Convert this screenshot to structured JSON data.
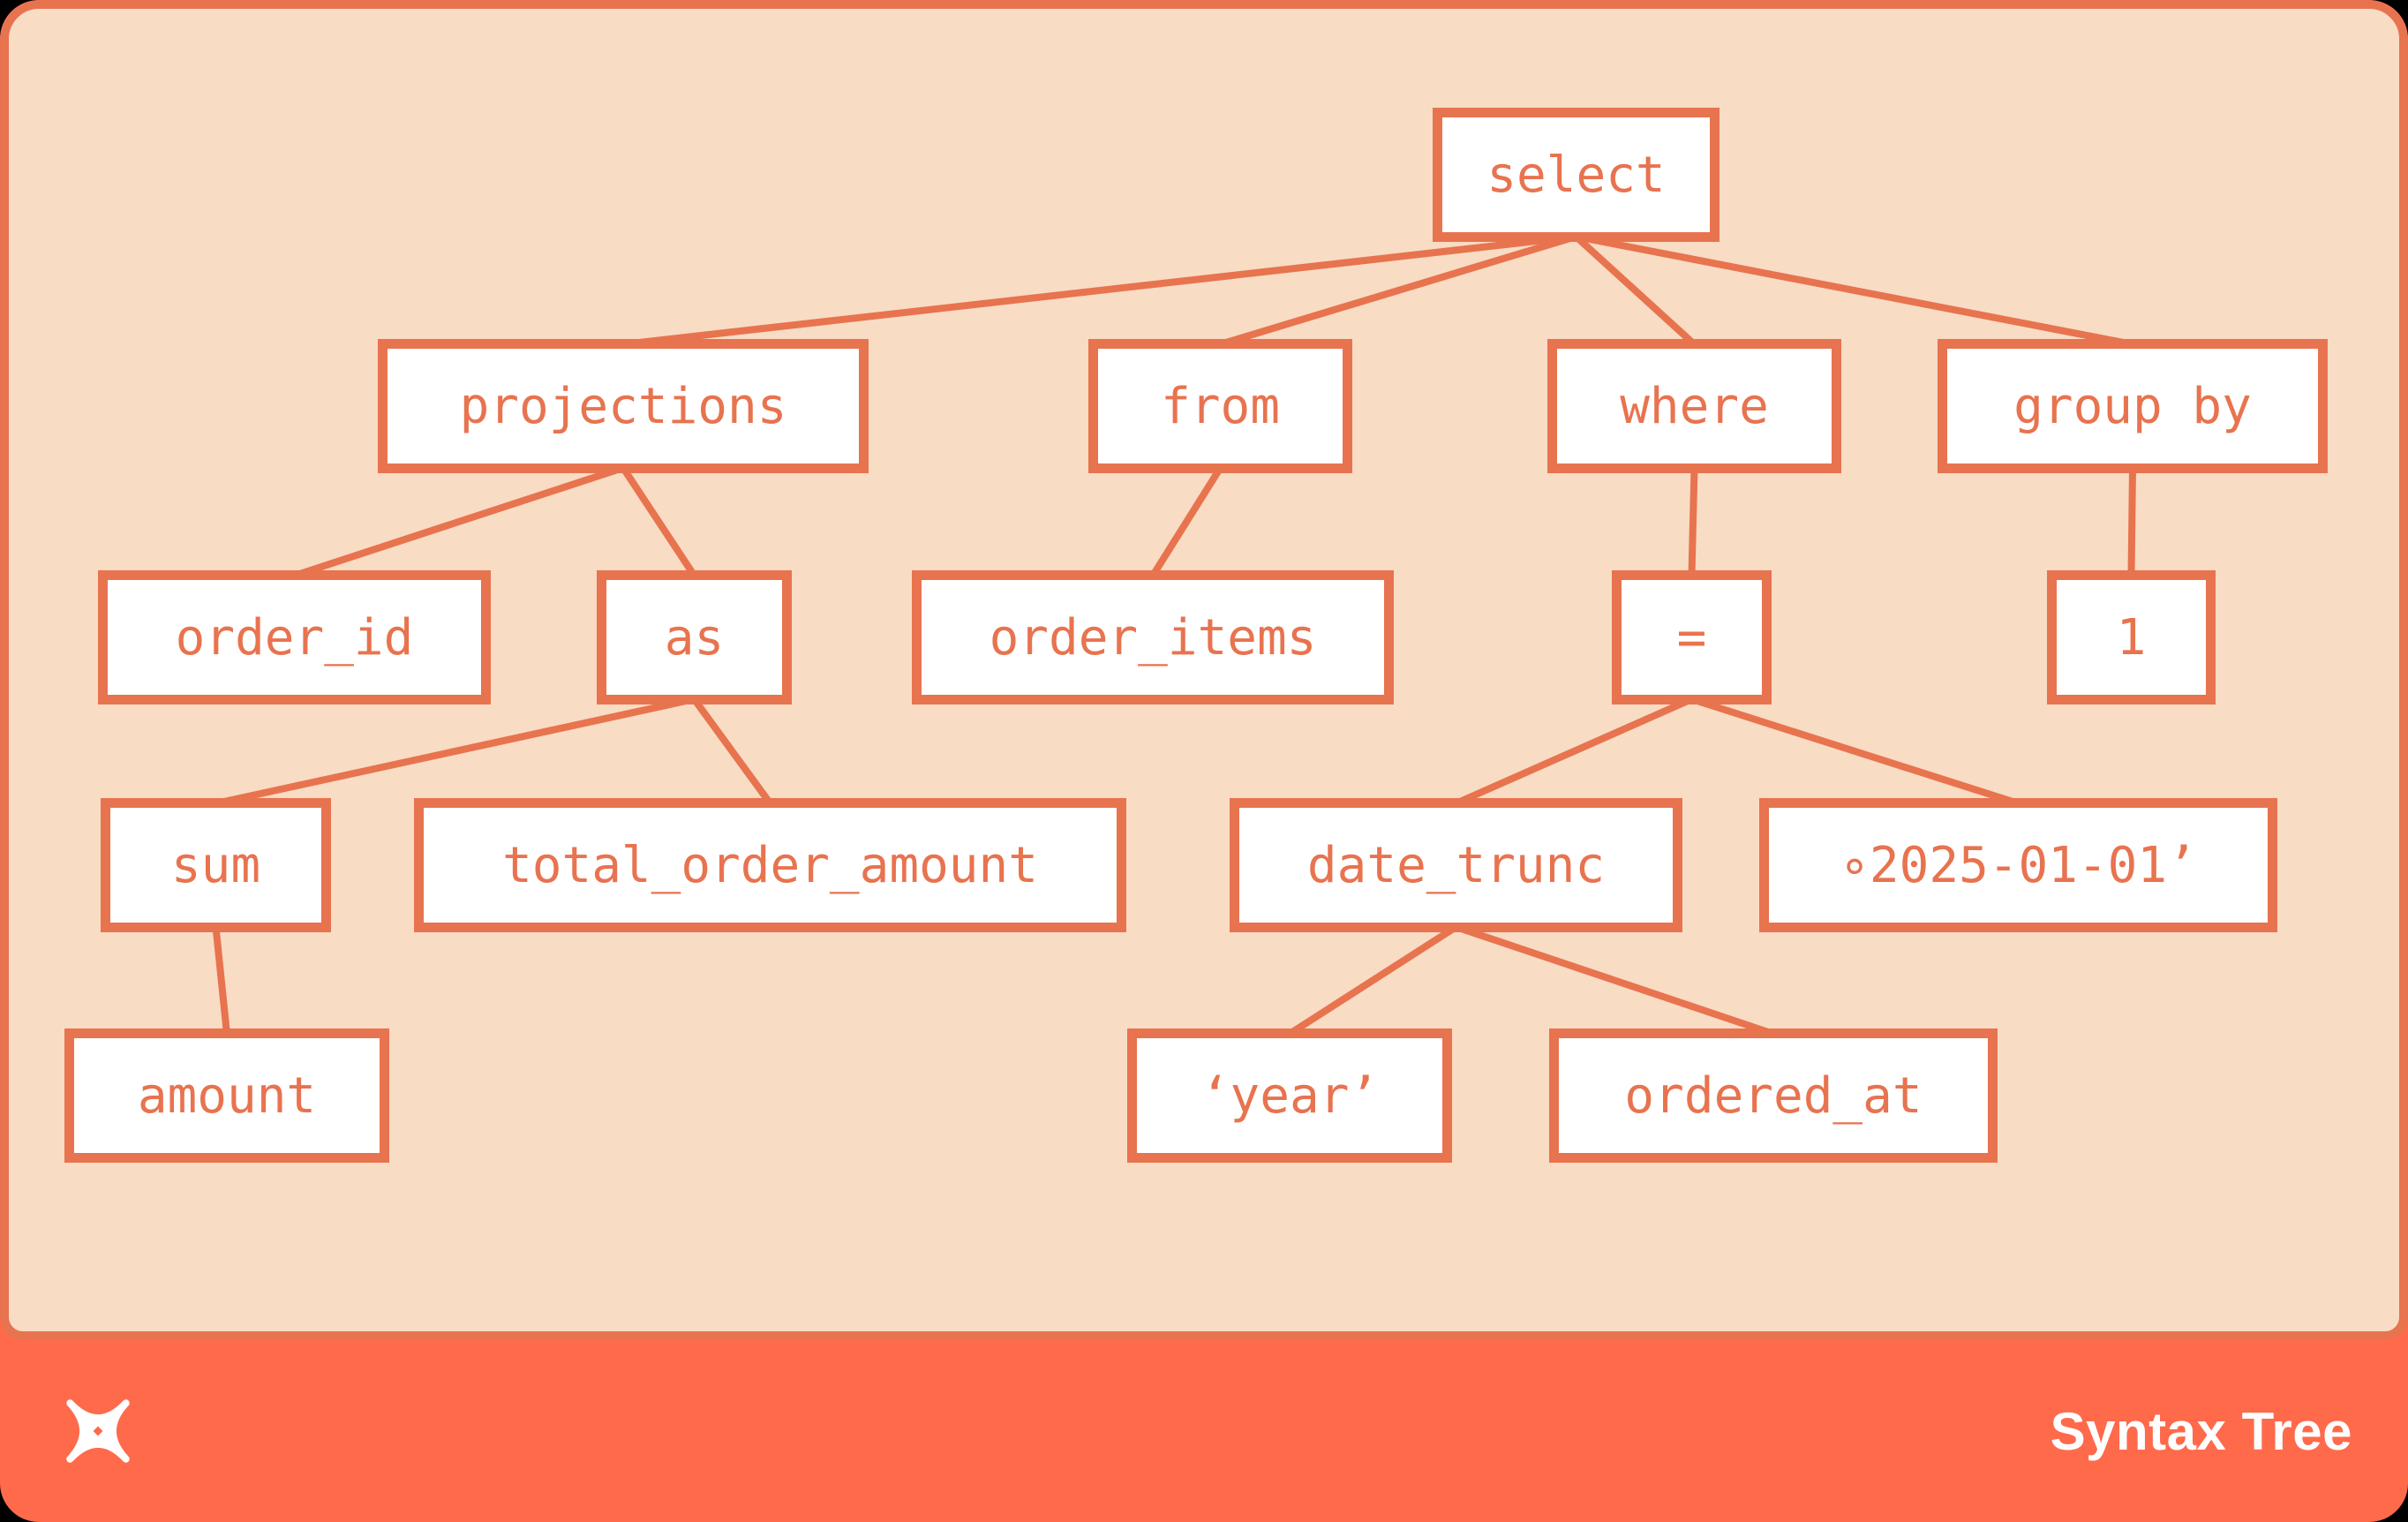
{
  "footer": {
    "title": "Syntax Tree",
    "logo": "dbt-logo"
  },
  "colors": {
    "outer_background": "#000000",
    "card_orange": "#FF6A4B",
    "panel_peach": "#F8DCC4",
    "accent_salmon": "#E8734F",
    "node_fill": "#FFFFFF",
    "footer_text": "#FFFFFF"
  },
  "tree": {
    "root": "select",
    "nodes": {
      "select": {
        "label": "select",
        "children": [
          "projections",
          "from",
          "where",
          "group_by"
        ]
      },
      "projections": {
        "label": "projections",
        "children": [
          "order_id",
          "as"
        ]
      },
      "from": {
        "label": "from",
        "children": [
          "order_items"
        ]
      },
      "where": {
        "label": "where",
        "children": [
          "eq"
        ]
      },
      "group_by": {
        "label": "group by",
        "children": [
          "one"
        ]
      },
      "order_id": {
        "label": "order_id",
        "children": []
      },
      "as": {
        "label": "as",
        "children": [
          "sum",
          "total_order_amount"
        ]
      },
      "order_items": {
        "label": "order_items",
        "children": []
      },
      "eq": {
        "label": "=",
        "children": [
          "date_trunc",
          "date_literal"
        ]
      },
      "one": {
        "label": "1",
        "children": []
      },
      "sum": {
        "label": "sum",
        "children": [
          "amount"
        ]
      },
      "total_order_amount": {
        "label": "total_order_amount",
        "children": []
      },
      "date_trunc": {
        "label": "date_trunc",
        "children": [
          "year",
          "ordered_at"
        ]
      },
      "date_literal": {
        "label": "∘2025-01-01’",
        "children": []
      },
      "amount": {
        "label": "amount",
        "children": []
      },
      "year": {
        "label": "‘year’",
        "children": []
      },
      "ordered_at": {
        "label": "ordered_at",
        "children": []
      }
    }
  }
}
